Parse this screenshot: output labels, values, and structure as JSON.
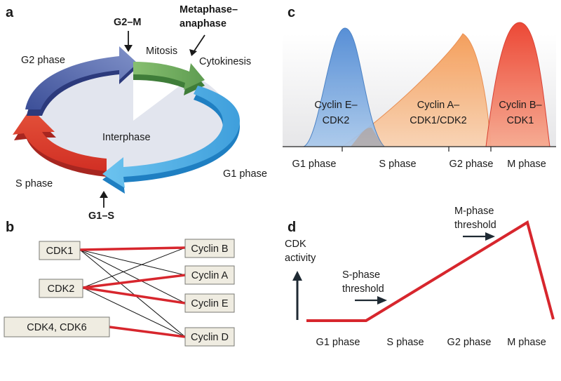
{
  "panels": {
    "a": {
      "letter": "a",
      "phases": {
        "g2": "G2 phase",
        "mitosis": "Mitosis",
        "cytokinesis": "Cytokinesis",
        "g1": "G1 phase",
        "s": "S phase",
        "interphase": "Interphase"
      },
      "checkpoints": {
        "g2m": "G2–M",
        "meta_line1": "Metaphase–",
        "meta_line2": "anaphase",
        "g1s": "G1–S"
      },
      "colors": {
        "g2": "#5b74b8",
        "mitosis": "#6fae5f",
        "g1": "#4aaee3",
        "s": "#d9412d",
        "interior": "#e2e5ee"
      }
    },
    "b": {
      "letter": "b",
      "cdks": [
        "CDK1",
        "CDK2",
        "CDK4, CDK6"
      ],
      "cyclins": [
        "Cyclin B",
        "Cyclin A",
        "Cyclin E",
        "Cyclin D"
      ],
      "colors": {
        "strong_link": "#d7262d",
        "weak_link": "#111111"
      }
    },
    "c": {
      "letter": "c",
      "curves": [
        {
          "line1": "Cyclin E–",
          "line2": "CDK2",
          "color": "#4f8fd6"
        },
        {
          "line1": "Cyclin A–",
          "line2": "CDK1/CDK2",
          "color": "#f5a15e"
        },
        {
          "line1": "Cyclin B–",
          "line2": "CDK1",
          "color": "#ec4b35"
        }
      ],
      "x_ticks": [
        "G1 phase",
        "S phase",
        "G2 phase",
        "M phase"
      ]
    },
    "d": {
      "letter": "d",
      "ylabel_line1": "CDK",
      "ylabel_line2": "activity",
      "s_threshold_line1": "S-phase",
      "s_threshold_line2": "threshold",
      "m_threshold_line1": "M-phase",
      "m_threshold_line2": "threshold",
      "x_ticks": [
        "G1 phase",
        "S phase",
        "G2 phase",
        "M phase"
      ],
      "line_color": "#d7262d"
    }
  }
}
